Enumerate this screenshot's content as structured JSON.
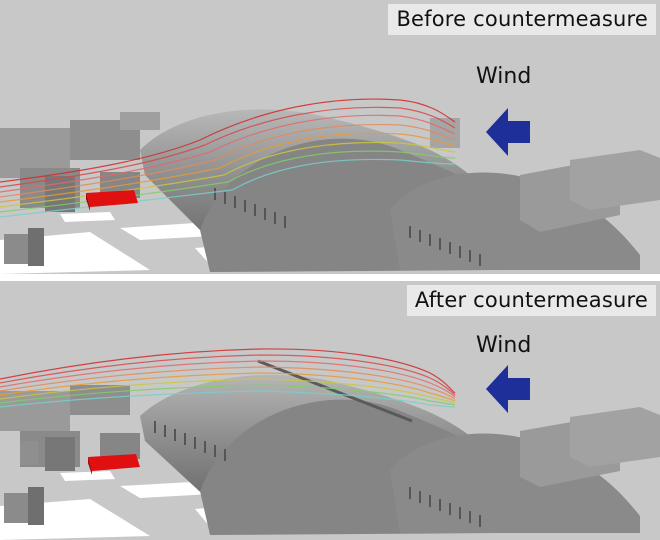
{
  "panels": [
    {
      "caption": "Before countermeasure",
      "wind_label": "Wind"
    },
    {
      "caption": "After countermeasure",
      "wind_label": "Wind"
    }
  ],
  "colors": {
    "background": "#c7c7c7",
    "building": "#8f8f8f",
    "roof": "#9a9a9a",
    "ground_patch": "#ffffff",
    "highlight_building": "#e01010",
    "arrow": "#1e2f9a",
    "streamline_colors": [
      "#d22a2a",
      "#e06a6a",
      "#e89a3a",
      "#c8c840",
      "#7fcf6a",
      "#78d0c8"
    ]
  },
  "icons": {
    "wind_arrow": "left-arrow-icon"
  }
}
